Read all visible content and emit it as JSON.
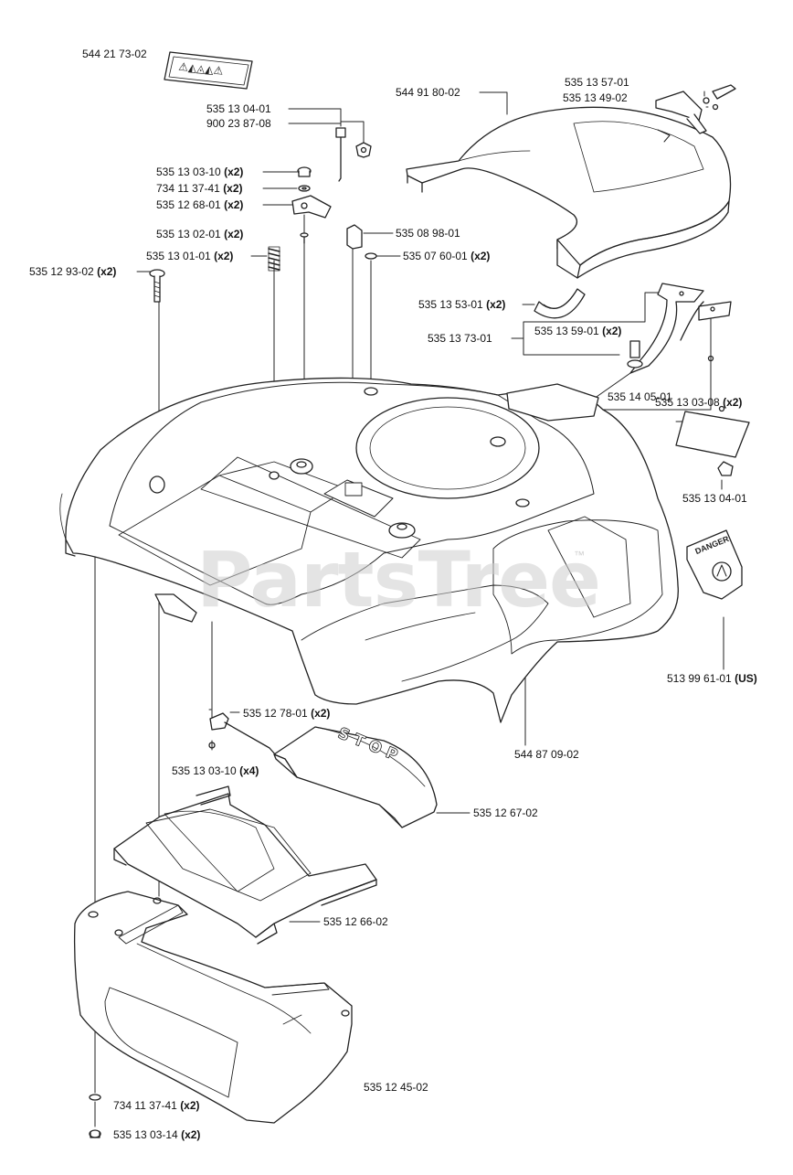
{
  "watermark": {
    "text": "PartsTree",
    "tm": "™"
  },
  "decal_text": {
    "danger": "DANGER",
    "stop": "STOP"
  },
  "labels": [
    {
      "id": "l01",
      "num": "544 21 73-02",
      "qty": ""
    },
    {
      "id": "l02",
      "num": "544 91 80-02",
      "qty": ""
    },
    {
      "id": "l03",
      "num": "535 13 57-01",
      "qty": ""
    },
    {
      "id": "l04",
      "num": "535 13 49-02",
      "qty": ""
    },
    {
      "id": "l05",
      "num": "535 13 04-01",
      "qty": ""
    },
    {
      "id": "l06",
      "num": "900 23 87-08",
      "qty": ""
    },
    {
      "id": "l07",
      "num": "535 13 03-10",
      "qty": "(x2)"
    },
    {
      "id": "l08",
      "num": "734 11 37-41",
      "qty": "(x2)"
    },
    {
      "id": "l09",
      "num": "535 12 68-01",
      "qty": "(x2)"
    },
    {
      "id": "l10",
      "num": "535 13 02-01",
      "qty": "(x2)"
    },
    {
      "id": "l11",
      "num": "535 08 98-01",
      "qty": ""
    },
    {
      "id": "l12",
      "num": "535 13 01-01",
      "qty": "(x2)"
    },
    {
      "id": "l13",
      "num": "535 07 60-01",
      "qty": "(x2)"
    },
    {
      "id": "l14",
      "num": "535 12 93-02",
      "qty": "(x2)"
    },
    {
      "id": "l15",
      "num": "535 13 53-01",
      "qty": "(x2)"
    },
    {
      "id": "l16",
      "num": "535 13 59-01",
      "qty": "(x2)"
    },
    {
      "id": "l17",
      "num": "535 13 73-01",
      "qty": ""
    },
    {
      "id": "l18",
      "num": "535 13 03-08",
      "qty": "(x2)"
    },
    {
      "id": "l19",
      "num": "535 14 05-01",
      "qty": ""
    },
    {
      "id": "l20",
      "num": "535 13 04-01",
      "qty": ""
    },
    {
      "id": "l21",
      "num": "513 99 61-01",
      "qty": "(US)"
    },
    {
      "id": "l22",
      "num": "544 87 09-02",
      "qty": ""
    },
    {
      "id": "l23",
      "num": "535 12 78-01",
      "qty": "(x2)"
    },
    {
      "id": "l24",
      "num": "535 13 03-10",
      "qty": "(x4)"
    },
    {
      "id": "l25",
      "num": "535 12 67-02",
      "qty": ""
    },
    {
      "id": "l26",
      "num": "535 12 66-02",
      "qty": ""
    },
    {
      "id": "l27",
      "num": "535 12 45-02",
      "qty": ""
    },
    {
      "id": "l28",
      "num": "734 11 37-41",
      "qty": "(x2)"
    },
    {
      "id": "l29",
      "num": "535 13 03-14",
      "qty": "(x2)"
    }
  ]
}
